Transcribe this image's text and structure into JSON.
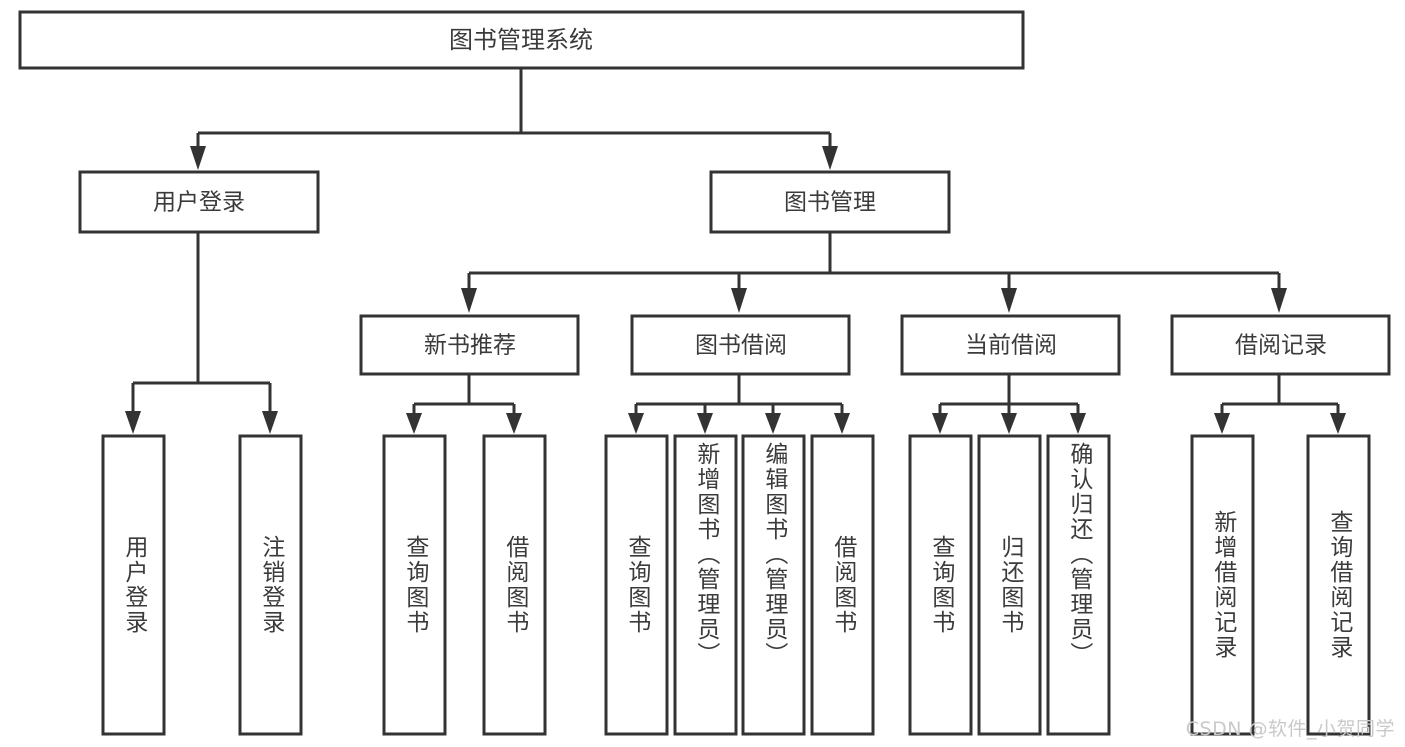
{
  "diagram": {
    "type": "tree",
    "title": "图书管理系统",
    "orientation": "top-down",
    "colors": {
      "box_fill": "#ffffff",
      "box_stroke": "#333333",
      "text": "#3b3b3b",
      "watermark": "#c9c9c9",
      "background": "#ffffff"
    },
    "root": {
      "label": "图书管理系统"
    },
    "level2": [
      {
        "label": "用户登录"
      },
      {
        "label": "图书管理"
      }
    ],
    "level3": [
      {
        "label": "新书推荐"
      },
      {
        "label": "图书借阅"
      },
      {
        "label": "当前借阅"
      },
      {
        "label": "借阅记录"
      }
    ],
    "leaves": {
      "user_login": [
        {
          "label": "用户登录"
        },
        {
          "label": "注销登录"
        }
      ],
      "new_book_recommend": [
        {
          "label": "查询图书"
        },
        {
          "label": "借阅图书"
        }
      ],
      "book_borrow": [
        {
          "label": "查询图书"
        },
        {
          "label": "新增图书（管理员）"
        },
        {
          "label": "编辑图书（管理员）"
        },
        {
          "label": "借阅图书"
        }
      ],
      "current_borrow": [
        {
          "label": "查询图书"
        },
        {
          "label": "归还图书"
        },
        {
          "label": "确认归还（管理员）"
        }
      ],
      "borrow_record": [
        {
          "label": "新增借阅记录"
        },
        {
          "label": "查询借阅记录"
        }
      ]
    }
  },
  "watermark": {
    "text": "CSDN @软件_小贺同学"
  }
}
